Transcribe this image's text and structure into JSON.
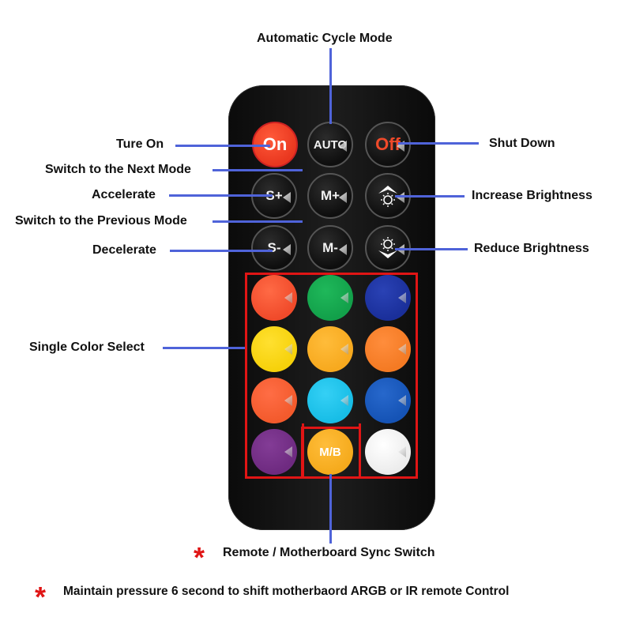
{
  "labels": {
    "auto_cycle": "Automatic Cycle Mode",
    "turn_on": "Ture On",
    "shut_down": "Shut Down",
    "next_mode": "Switch to the Next Mode",
    "accelerate": "Accelerate",
    "increase_brightness": "Increase Brightness",
    "previous_mode": "Switch to the Previous Mode",
    "decelerate": "Decelerate",
    "reduce_brightness": "Reduce Brightness",
    "single_color": "Single Color Select",
    "sync_switch": "Remote / Motherboard Sync Switch",
    "note": "Maintain pressure 6 second to shift motherbaord ARGB or IR remote Control"
  },
  "buttons": {
    "on": "On",
    "auto": "AUTO",
    "off": "Off",
    "speed_up": "S+",
    "mode_up": "M+",
    "speed_down": "S-",
    "mode_down": "M-",
    "mb": "M/B"
  },
  "marks": {
    "star": "*"
  },
  "colors": {
    "accent_line": "#4f63d9",
    "highlight_box": "#e01515",
    "color_buttons": [
      "#f04a2a",
      "#12a04a",
      "#1a2f9a",
      "#f6d10a",
      "#f7a91e",
      "#f47a23",
      "#f35a2c",
      "#17bde6",
      "#1553b5",
      "#6e2a80",
      "#f5aa1c",
      "#f4f4f4"
    ]
  },
  "icons": [
    "sun-up-icon",
    "sun-down-icon"
  ]
}
